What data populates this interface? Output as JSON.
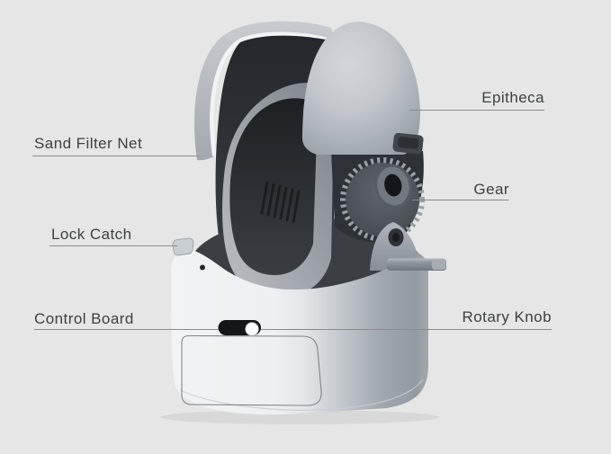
{
  "meta": {
    "figure_type": "product-parts-diagram",
    "subject": "Automatic self-cleaning cat litter box with open dome, labeled parts"
  },
  "style": {
    "background_color": "#e5e6e5",
    "label_text_color": "#3f4041",
    "leader_line_color": "#8b8b8b",
    "product_shell_color": "#b6bbc2",
    "product_interior_color": "#2c3034",
    "base_color": "#f2f3f4",
    "control_pill_color": "#141618",
    "knob_color": "#fbfcfd"
  },
  "callouts": [
    {
      "label": "Epitheca",
      "side": "right"
    },
    {
      "label": "Sand Filter Net",
      "side": "left"
    },
    {
      "label": "Gear",
      "side": "right"
    },
    {
      "label": "Lock Catch",
      "side": "left"
    },
    {
      "label": "Control Board",
      "side": "left"
    },
    {
      "label": "Rotary Knob",
      "side": "right"
    }
  ]
}
